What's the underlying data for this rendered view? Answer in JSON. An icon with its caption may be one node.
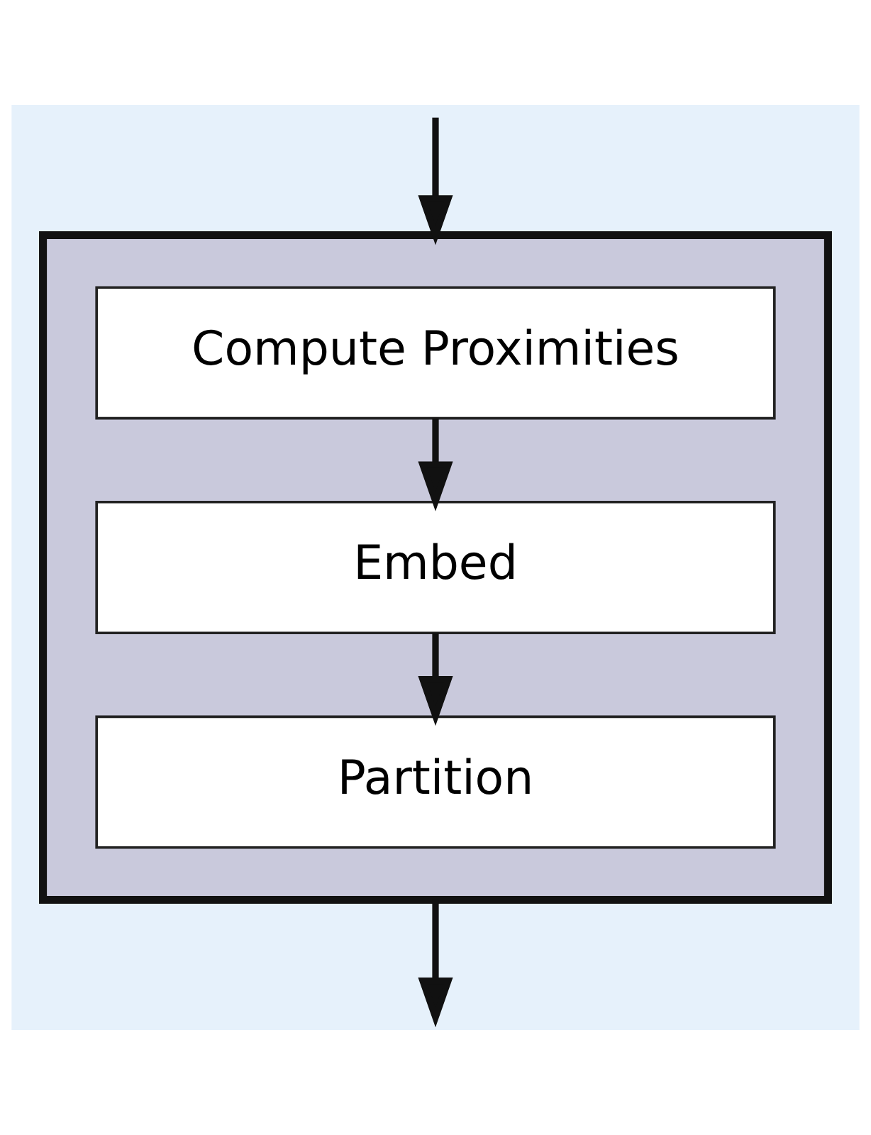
{
  "diagram": {
    "nodes": [
      {
        "text": [],
        "shape": "box"
      },
      {
        "text": [
          "Compute Proximities"
        ],
        "in": 0
      },
      {
        "text": [
          "Embed"
        ],
        "in": 0
      },
      {
        "text": [
          "Partition"
        ],
        "in": 0
      }
    ],
    "edges": [
      {
        "from": null,
        "to": 0,
        "arrow": "to"
      },
      {
        "from": 1,
        "to": 2,
        "arrow": "to"
      },
      {
        "from": 2,
        "to": 3,
        "arrow": "to"
      },
      {
        "from": 0,
        "to": null,
        "arrow": "to"
      }
    ]
  }
}
